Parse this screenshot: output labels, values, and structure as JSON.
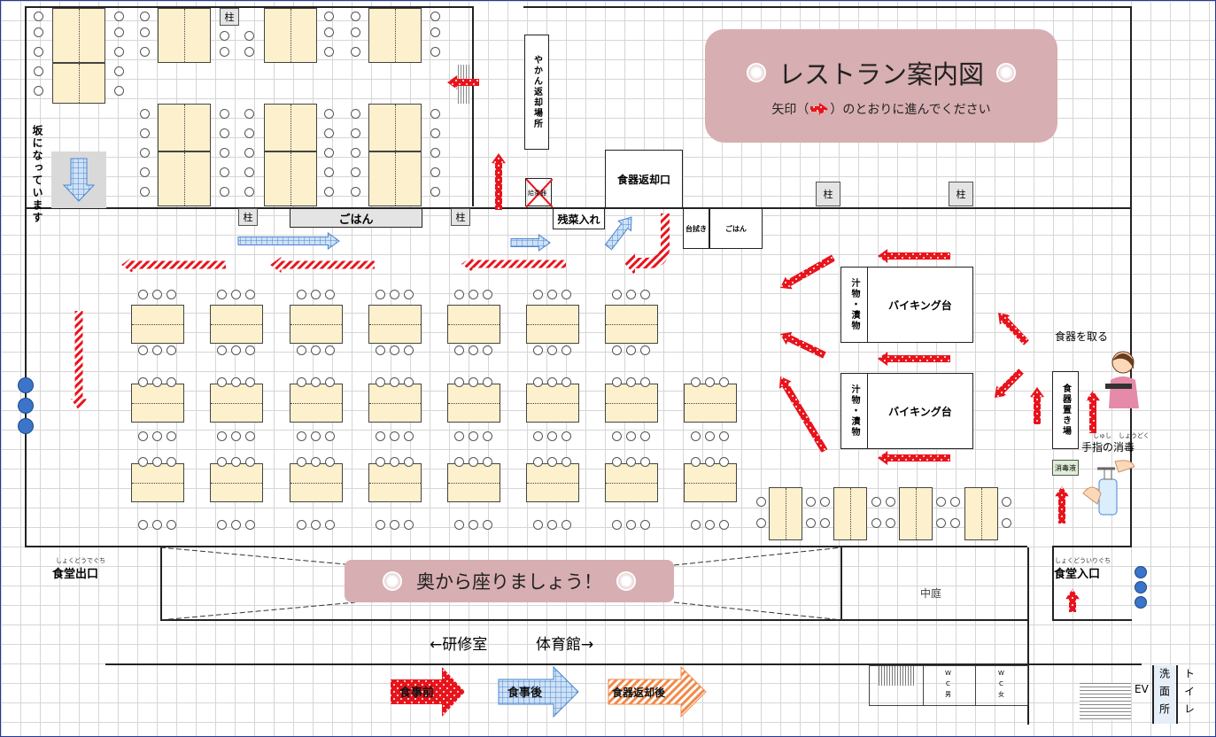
{
  "title": "レストラン案内図",
  "subtitle_pre": "矢印（",
  "subtitle_post": "）のとおりに進んでください",
  "slope_text": "坂になっています",
  "kettle_return": "やかん返却場所",
  "tableware_return": "食器返却口",
  "leftover": "残菜入れ",
  "rice_top": "ごはん",
  "rice_small": "ごはん",
  "wipe_table": "台拭き",
  "pillar": "柱",
  "water_cooler": "給茶器",
  "soup_pickles": "汁物・漬物",
  "buffet": "バイキング台",
  "take_tableware": "食器を取る",
  "tableware_shelf": "食器置き場",
  "hand_disinfect": "手指の消毒",
  "hand_disinfect_ruby_1": "しゅし",
  "hand_disinfect_ruby_2": "しょうどく",
  "disinfectant": "消毒液",
  "exit": "食堂出口",
  "exit_ruby": "しょくどうでぐち",
  "entrance": "食堂入口",
  "entrance_ruby": "しょくどういりぐち",
  "sit_banner": "奥から座りましょう！",
  "courtyard": "中庭",
  "training_room": "←研修室",
  "gym": "体育館→",
  "wc_m": [
    "W",
    "C",
    "男"
  ],
  "wc_f": [
    "W",
    "C",
    "女"
  ],
  "ev": "EV",
  "washroom": "洗面所",
  "toilet": "トイレ",
  "legend": [
    {
      "label": "食事前",
      "style": "red-dots"
    },
    {
      "label": "食事後",
      "style": "blue-grid"
    },
    {
      "label": "食器返却後",
      "style": "orange-stripe"
    }
  ],
  "colors": {
    "before": "#e8141c",
    "after": "#8fb7e4",
    "return": "#f08a4b",
    "table": "#fdf0cc",
    "banner": "#d7aeb1"
  }
}
